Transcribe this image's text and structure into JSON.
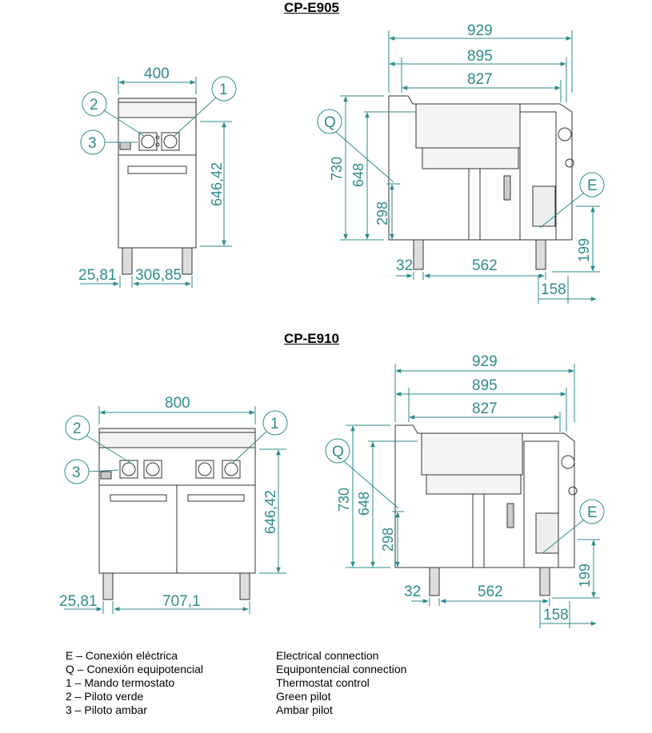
{
  "models": [
    {
      "title": "CP-E905",
      "front": {
        "width": "400",
        "height": "646,42",
        "left_offset": "25,81",
        "leg_span": "306,85"
      },
      "side": {
        "d1": "929",
        "d2": "895",
        "d3": "827",
        "h1": "730",
        "h2": "648",
        "h3": "298",
        "h4": "199",
        "b1": "32",
        "b2": "562",
        "b3": "158"
      },
      "callouts": {
        "one": "1",
        "two": "2",
        "three": "3",
        "q": "Q",
        "e": "E"
      }
    },
    {
      "title": "CP-E910",
      "front": {
        "width": "800",
        "height": "646,42",
        "left_offset": "25,81",
        "leg_span": "707,1"
      },
      "side": {
        "d1": "929",
        "d2": "895",
        "d3": "827",
        "h1": "730",
        "h2": "648",
        "h3": "298",
        "h4": "199",
        "b1": "32",
        "b2": "562",
        "b3": "158"
      },
      "callouts": {
        "one": "1",
        "two": "2",
        "three": "3",
        "q": "Q",
        "e": "E"
      }
    }
  ],
  "legend": {
    "es": [
      "E – Conexión eléctrica",
      "Q – Conexión equipotencial",
      "1 – Mando termostato",
      "2 – Piloto verde",
      "3 – Piloto ambar"
    ],
    "en": [
      "Electrical connection",
      "Equipontencial connection",
      "Thermostat control",
      "Green pilot",
      "Ambar pilot"
    ]
  },
  "colors": {
    "dimension": "#2e8b8b",
    "outline": "#333333"
  }
}
